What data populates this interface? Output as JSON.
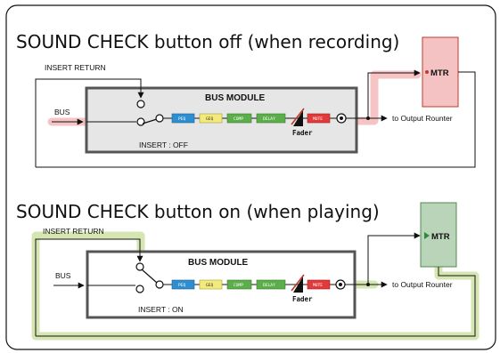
{
  "panels": [
    {
      "title": "SOUND CHECK button off (when recording)",
      "insert_return": "INSERT RETURN",
      "bus": "BUS",
      "module": "BUS MODULE",
      "insert_state": "INSERT : OFF",
      "fader": "Fader",
      "output": "to Output Rounter",
      "mtr": "MTR"
    },
    {
      "title": "SOUND CHECK button on (when playing)",
      "insert_return": "INSERT RETURN",
      "bus": "BUS",
      "module": "BUS MODULE",
      "insert_state": "INSERT : ON",
      "fader": "Fader",
      "output": "to Output Rounter",
      "mtr": "MTR"
    }
  ],
  "blocks": [
    {
      "label": "PEQ",
      "color": "#2e8fd0"
    },
    {
      "label": "GEQ",
      "color": "#f2ea7a"
    },
    {
      "label": "COMP",
      "color": "#5bae4a"
    },
    {
      "label": "DELAY",
      "color": "#5bae4a"
    },
    {
      "label": "MUTE",
      "color": "#e23a3a"
    }
  ],
  "colors": {
    "record_highlight": "#f6c4c4",
    "record_mtr_fill": "#f4c2c2",
    "record_mtr_stroke": "#c0392b",
    "play_highlight": "#d6e6b3",
    "play_mtr_fill": "#b9d4b9",
    "play_mtr_stroke": "#4e8d4e"
  }
}
